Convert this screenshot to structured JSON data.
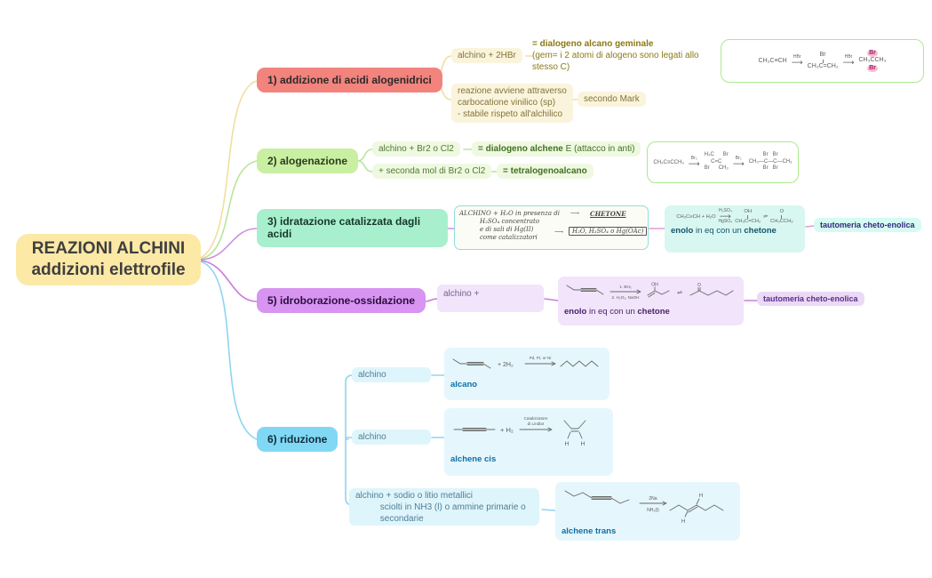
{
  "sym": {
    "arrow": "⟶",
    "eq": "⇌"
  },
  "root": {
    "line1": "REAZIONI ALCHINI",
    "line2": "addizioni elettrofile"
  },
  "b1": {
    "label": "1) addizione di acidi alogenidrici",
    "reagent": "alchino + 2HBr",
    "product_bold": "= dialogeno alcano geminale",
    "product_note": "(gem= i 2 atomi di alogeno sono legati allo\nstesso C)",
    "mechanism": "reazione avviene attraverso\ncarbocatione vinilico (sp)\n- stabile rispeto all'alchilico",
    "mark": "secondo Mark",
    "scheme": {
      "start": "CH₃C≡CH",
      "arrow1": "HBr",
      "mid_top": "Br",
      "mid": "CH₃C=CH₂",
      "arrow2": "HBr",
      "end_top": "Br",
      "end": "CH₃CCH₃",
      "end_bottom": "Br"
    }
  },
  "b2": {
    "label": "2) alogenazione",
    "reagent1": "alchino + Br2 o Cl2",
    "product1_bold": "= dialogeno alchene",
    "product1_rest": " E (attacco in anti)",
    "reagent2": "+ seconda mol di Br2 o Cl2",
    "product2_bold": "= tetralogenoalcano",
    "scheme": {
      "start": "CH₃C≡CCH₃",
      "arrow1": "Br₂",
      "mid_l1": "H₃C      Br",
      "mid_l2": "C=C",
      "mid_l3": "Br      CH₃",
      "arrow2": "Br₂",
      "end_l1": "Br   Br",
      "end_l2": "CH₃—C—C—CH₃",
      "end_l3": "Br   Br"
    }
  },
  "b3": {
    "label": "3) idratazione catalizzata dagli acidi",
    "hand": {
      "l1": "ALCHINO + H₂O in presenza di",
      "l2": "H₂SO₄ concentrato",
      "l3": "e di sali di Hg(II)",
      "l4": "come catalizzatori",
      "result": "CHETONE",
      "box": "H₂O, H₂SO₄ o Hg(OAc)"
    },
    "formula": {
      "start": "CH₃C≡CH + H₂O",
      "cond_top": "H₂SO₄",
      "cond_bottom": "HgSO₄",
      "enol_top": "OH",
      "enol": "CH₃C=CH₂",
      "keto_top": "O",
      "keto": "CH₃CCH₃"
    },
    "caption": {
      "b1": "enolo",
      "mid": " in eq con un ",
      "b2": "chetone"
    },
    "tautomeria": "tautomeria cheto-enolica"
  },
  "b5": {
    "label": "5) idroborazione-ossidazione",
    "child": "alchino +",
    "scheme": {
      "step1": "1. BH₃",
      "step2": "2. H₂O₂, NaOH",
      "oh": "OH",
      "o": "O",
      "eq": "⇌"
    },
    "caption": {
      "b1": "enolo",
      "mid": " in eq con un ",
      "b2": "chetone"
    },
    "tautomeria": "tautomeria cheto-enolica"
  },
  "b6": {
    "label": "6) riduzione",
    "r1": {
      "reagent": "alchino",
      "plus": "+ 2H₂",
      "cond": "Pd, Pt, or Ni",
      "caption": "alcano"
    },
    "r2": {
      "reagent": "alchino",
      "plus": "+ H₂",
      "cond1": "Catalizzatore",
      "cond2": "di Lindlar",
      "h1": "H",
      "h2": "H",
      "caption": "alchene cis"
    },
    "r3": {
      "reagent": "alchino + sodio o litio metallici\n          sciolti in NH3 (l) o ammine primarie o\n          secondarie",
      "cond1": "2Na",
      "cond2": "NH₃(l)",
      "h1": "H",
      "h2": "H",
      "caption": "alchene trans"
    }
  }
}
